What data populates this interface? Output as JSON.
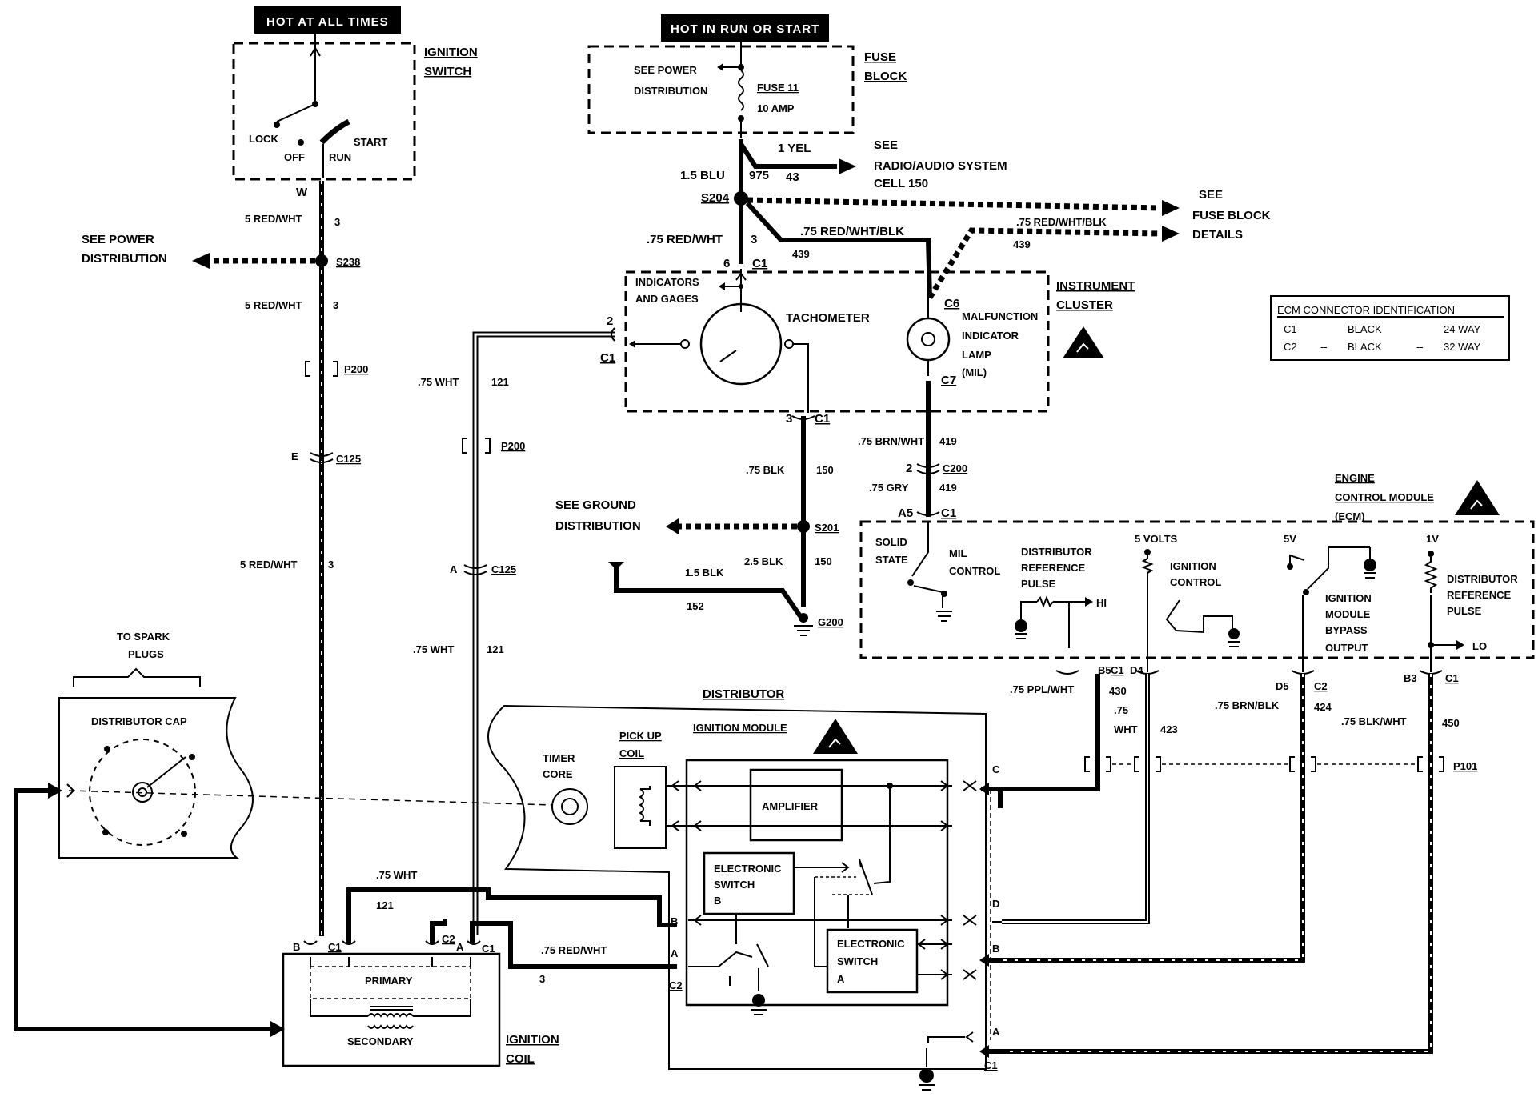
{
  "power_banners": {
    "hot_at_all_times": "HOT AT ALL TIMES",
    "hot_in_run": "HOT IN RUN OR START"
  },
  "ignition_switch": {
    "title_line1": "IGNITION",
    "title_line2": "SWITCH",
    "lock": "LOCK",
    "off": "OFF",
    "run": "RUN",
    "start": "START",
    "terminal": "W"
  },
  "fuse_block": {
    "title_line1": "FUSE",
    "title_line2": "BLOCK",
    "see_power_line1": "SEE POWER",
    "see_power_line2": "DISTRIBUTION",
    "fuse_name": "FUSE 11",
    "fuse_rating": "10 AMP"
  },
  "radio_ref": {
    "wire": "1 YEL",
    "circuit": "43",
    "line1": "SEE",
    "line2": "RADIO/AUDIO SYSTEM",
    "line3": "CELL 150"
  },
  "fuse_block_details": {
    "line1": "SEE",
    "line2": "FUSE BLOCK",
    "line3": "DETAILS",
    "wire": ".75 RED/WHT/BLK",
    "circuit": "439"
  },
  "left_circuit": {
    "wire_5_red_wht": "5 RED/WHT",
    "circuit_3": "3",
    "splice": "S238",
    "see_power_line1": "SEE POWER",
    "see_power_line2": "DISTRIBUTION",
    "p200": "P200",
    "c125": "C125",
    "e": "E"
  },
  "main_splices": {
    "blu_wire": "1.5 BLU",
    "circuit_975": "975",
    "s204": "S204",
    "red_wht": ".75 RED/WHT",
    "circuit_3": "3",
    "red_wht_blk": ".75 RED/WHT/BLK",
    "circuit_439": "439",
    "pin_6": "6",
    "c1": "C1"
  },
  "instrument_cluster": {
    "title_line1": "INSTRUMENT",
    "title_line2": "CLUSTER",
    "indicators_line1": "INDICATORS",
    "indicators_line2": "AND GAGES",
    "tachometer": "TACHOMETER",
    "mil_line1": "MALFUNCTION",
    "mil_line2": "INDICATOR",
    "mil_line3": "LAMP",
    "mil_line4": "(MIL)",
    "c6": "C6",
    "c7": "C7",
    "pin2": "2",
    "c1": "C1",
    "pin3": "3"
  },
  "ecm_id_table": {
    "title": "ECM CONNECTOR IDENTIFICATION",
    "rows": [
      {
        "conn": "C1",
        "color": "BLACK",
        "size": "24 WAY"
      },
      {
        "conn": "C2",
        "color": "BLACK",
        "size": "32 WAY"
      }
    ],
    "separator": "--"
  },
  "tach_circuit": {
    "wht": ".75 WHT",
    "circuit_121": "121",
    "p200": "P200",
    "c125": "C125",
    "a": "A"
  },
  "ground_circuit": {
    "blk_075": ".75 BLK",
    "circuit_150": "150",
    "see_ground_line1": "SEE GROUND",
    "see_ground_line2": "DISTRIBUTION",
    "s201": "S201",
    "blk_25": "2.5 BLK",
    "blk_15": "1.5 BLK",
    "circuit_152": "152",
    "g200": "G200"
  },
  "mil_circuit": {
    "brn_wht": ".75 BRN/WHT",
    "circuit_419": "419",
    "pin2": "2",
    "c200": "C200",
    "gry": ".75 GRY",
    "a5": "A5",
    "c1": "C1"
  },
  "ecm": {
    "title_line1": "ENGINE",
    "title_line2": "CONTROL MODULE",
    "title_line3": "(ECM)",
    "solid_line1": "SOLID",
    "solid_line2": "STATE",
    "mil_control_line1": "MIL",
    "mil_control_line2": "CONTROL",
    "dist_ref_line1": "DISTRIBUTOR",
    "dist_ref_line2": "REFERENCE",
    "dist_ref_line3": "PULSE",
    "hi": "HI",
    "five_volts": "5 VOLTS",
    "ign_control_line1": "IGNITION",
    "ign_control_line2": "CONTROL",
    "five_v": "5V",
    "one_v": "1V",
    "bypass_line1": "IGNITION",
    "bypass_line2": "MODULE",
    "bypass_line3": "BYPASS",
    "bypass_line4": "OUTPUT",
    "dist_ref2_line1": "DISTRIBUTOR",
    "dist_ref2_line2": "REFERENCE",
    "dist_ref2_line3": "PULSE",
    "lo": "LO"
  },
  "ecm_pins": {
    "b5": "B5",
    "c1": "C1",
    "d4": "D4",
    "d5": "D5",
    "c2": "C2",
    "b3": "B3",
    "c1b": "C1",
    "ppl_wht": ".75 PPL/WHT",
    "circuit_430": "430",
    "wht_075": ".75",
    "wht": "WHT",
    "circuit_423": "423",
    "brn_blk": ".75 BRN/BLK",
    "circuit_424": "424",
    "blk_wht": ".75 BLK/WHT",
    "circuit_450": "450",
    "p101": "P101"
  },
  "distributor": {
    "title": "DISTRIBUTOR",
    "module": "IGNITION MODULE",
    "pickup_line1": "PICK UP",
    "pickup_line2": "COIL",
    "timer_line1": "TIMER",
    "timer_line2": "CORE",
    "amplifier": "AMPLIFIER",
    "esw_b_line1": "ELECTRONIC",
    "esw_b_line2": "SWITCH",
    "esw_b_line3": "B",
    "esw_a_line1": "ELECTRONIC",
    "esw_a_line2": "SWITCH",
    "esw_a_line3": "A",
    "pin_c": "C",
    "pin_d": "D",
    "pin_b": "B",
    "pin_a": "A",
    "c1": "C1",
    "left_b": "B",
    "left_a": "A",
    "c2": "C2"
  },
  "spark": {
    "to_spark_line1": "TO SPARK",
    "to_spark_line2": "PLUGS",
    "cap": "DISTRIBUTOR CAP"
  },
  "ignition_coil": {
    "title_line1": "IGNITION",
    "title_line2": "COIL",
    "primary": "PRIMARY",
    "secondary": "SECONDARY",
    "b": "B",
    "c1": "C1",
    "c2": "C2",
    "a": "A",
    "c1b": "C1",
    "wht": ".75 WHT",
    "circuit_121": "121",
    "red_wht": ".75 RED/WHT",
    "circuit_3": "3"
  }
}
